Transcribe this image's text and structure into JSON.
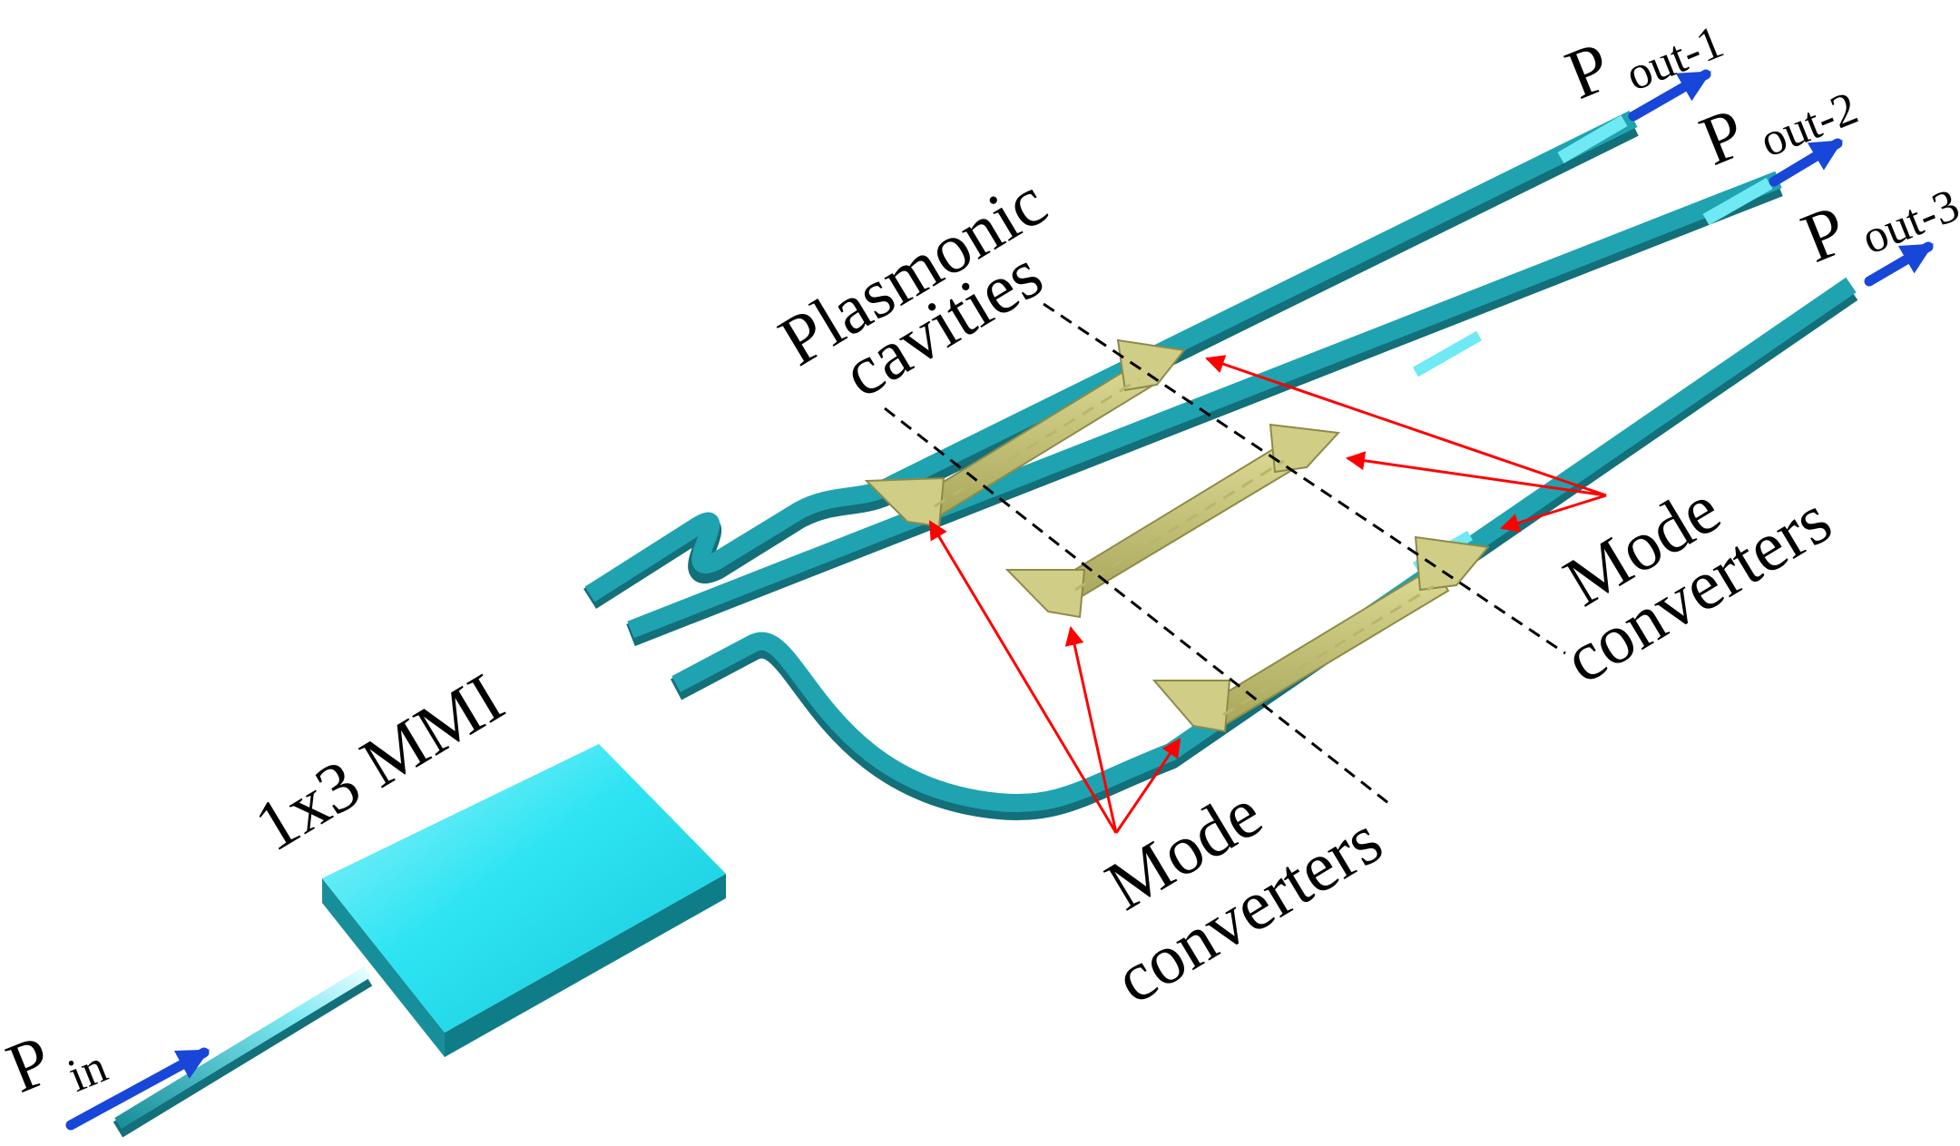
{
  "labels": {
    "mmi": "1x3 MMI",
    "plasmonic_line1": "Plasmonic",
    "plasmonic_line2": "cavities",
    "mode_right_line1": "Mode",
    "mode_right_line2": "converters",
    "mode_bottom_line1": "Mode",
    "mode_bottom_line2": "converters",
    "p_symbol": "P",
    "in_sub": "in",
    "out1_sub": "out-1",
    "out2_sub": "out-2",
    "out3_sub": "out-3"
  },
  "colors": {
    "waveguide": "#1fa3b0",
    "waveguide_light": "#4fd8e6",
    "mmi_top": "#29dff0",
    "mmi_side": "#138a96",
    "gold": "#c9c779",
    "gold_dark": "#9a9850",
    "arrow_red": "#ff0000",
    "arrow_blue": "#1846d8"
  }
}
